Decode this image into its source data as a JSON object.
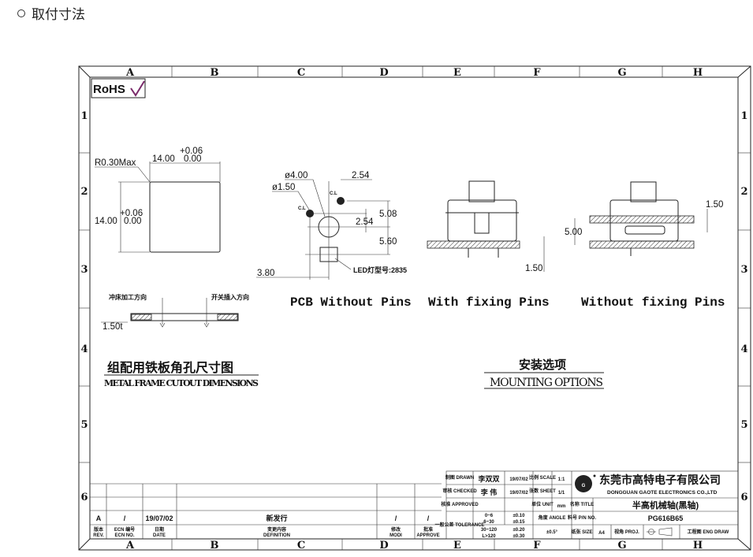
{
  "heading": {
    "bullet_icon": "circle-bullet",
    "title": "取付寸法"
  },
  "drawing": {
    "columns": [
      "A",
      "B",
      "C",
      "D",
      "E",
      "F",
      "G",
      "H"
    ],
    "rows": [
      "1",
      "2",
      "3",
      "4",
      "5",
      "6"
    ],
    "rohs": "RoHS",
    "cutout": {
      "radius": "R0.30Max",
      "width": "14.00",
      "width_tol_upper": "+0.06",
      "width_tol_lower": "0.00",
      "height": "14.00",
      "height_tol_upper": "+0.06",
      "height_tol_lower": "0.00",
      "punch_direction": "冲床加工方向",
      "insert_direction": "开关插入方向",
      "plate_thickness": "1.50t",
      "title_cn": "组配用铁板角孔尺寸图",
      "title_en": "METAL FRAME CUTOUT DIMENSIONS"
    },
    "pcb": {
      "d_center": "ø4.00",
      "d_pin": "ø1.50",
      "cl1": "C.L",
      "cl2": "C.L",
      "dx1": "2.54",
      "dy1": "5.08",
      "dy2": "2.54",
      "dy3": "5.60",
      "dx2": "3.80",
      "led": "LED灯型号:2835",
      "label": "PCB Without Pins"
    },
    "mount": {
      "with_pins": "With fixing Pins",
      "with_pins_dim": "1.50",
      "without_pins": "Without fixing Pins",
      "without_dim1": "1.50",
      "without_dim2": "5.00",
      "title_cn": "安装选项",
      "title_en": "MOUNTING OPTIONS"
    },
    "revision": {
      "values": [
        "A",
        "/",
        "19/07/02",
        "新发行",
        "/",
        "/"
      ],
      "labels": [
        {
          "cn": "版本",
          "en": "REV."
        },
        {
          "cn": "ECN 编号",
          "en": "ECN NO."
        },
        {
          "cn": "日期",
          "en": "DATE"
        },
        {
          "cn": "变更内容",
          "en": "DEFINITION"
        },
        {
          "cn": "修改",
          "en": "MODI"
        },
        {
          "cn": "批准",
          "en": "APPROVE"
        }
      ]
    },
    "title_block": {
      "drawn_label": "制图 DRAWN",
      "drawn_by": "李双双",
      "drawn_date": "19/07/02",
      "scale_label": "比例 SCALE",
      "scale": "1:1",
      "checked_label": "审核 CHECKED",
      "checked_by": "李 伟",
      "checked_date": "19/07/02",
      "sheet_label": "张数 SHEET",
      "sheet": "1/1",
      "approved_label": "核准 APPROVED",
      "unit_label": "单位 UNIT",
      "unit": "mm",
      "name_label": "名称 TITLE",
      "name": "半高机械轴(黑轴)",
      "tolerance_label": "一般公差 TOLERANCE",
      "angle_label": "角度 ANGLE",
      "angle": "±0.5°",
      "pn_label": "料号 P/N NO.",
      "pn": "PG616B65",
      "size_label": "纸张 SIZE",
      "size": "A4",
      "proj_label": "视角 PROJ.",
      "eng_label": "工程图 ENG DRAW",
      "company_cn": "东莞市高特电子有限公司",
      "company_en": "DONGGUAN GAOTE ELECTRONICS CO.,LTD",
      "tol_rows": [
        [
          "0~6",
          "±0.10"
        ],
        [
          "6~30",
          "±0.15"
        ],
        [
          "30~120",
          "±0.20"
        ],
        [
          "L>120",
          "±0.30"
        ]
      ]
    }
  }
}
